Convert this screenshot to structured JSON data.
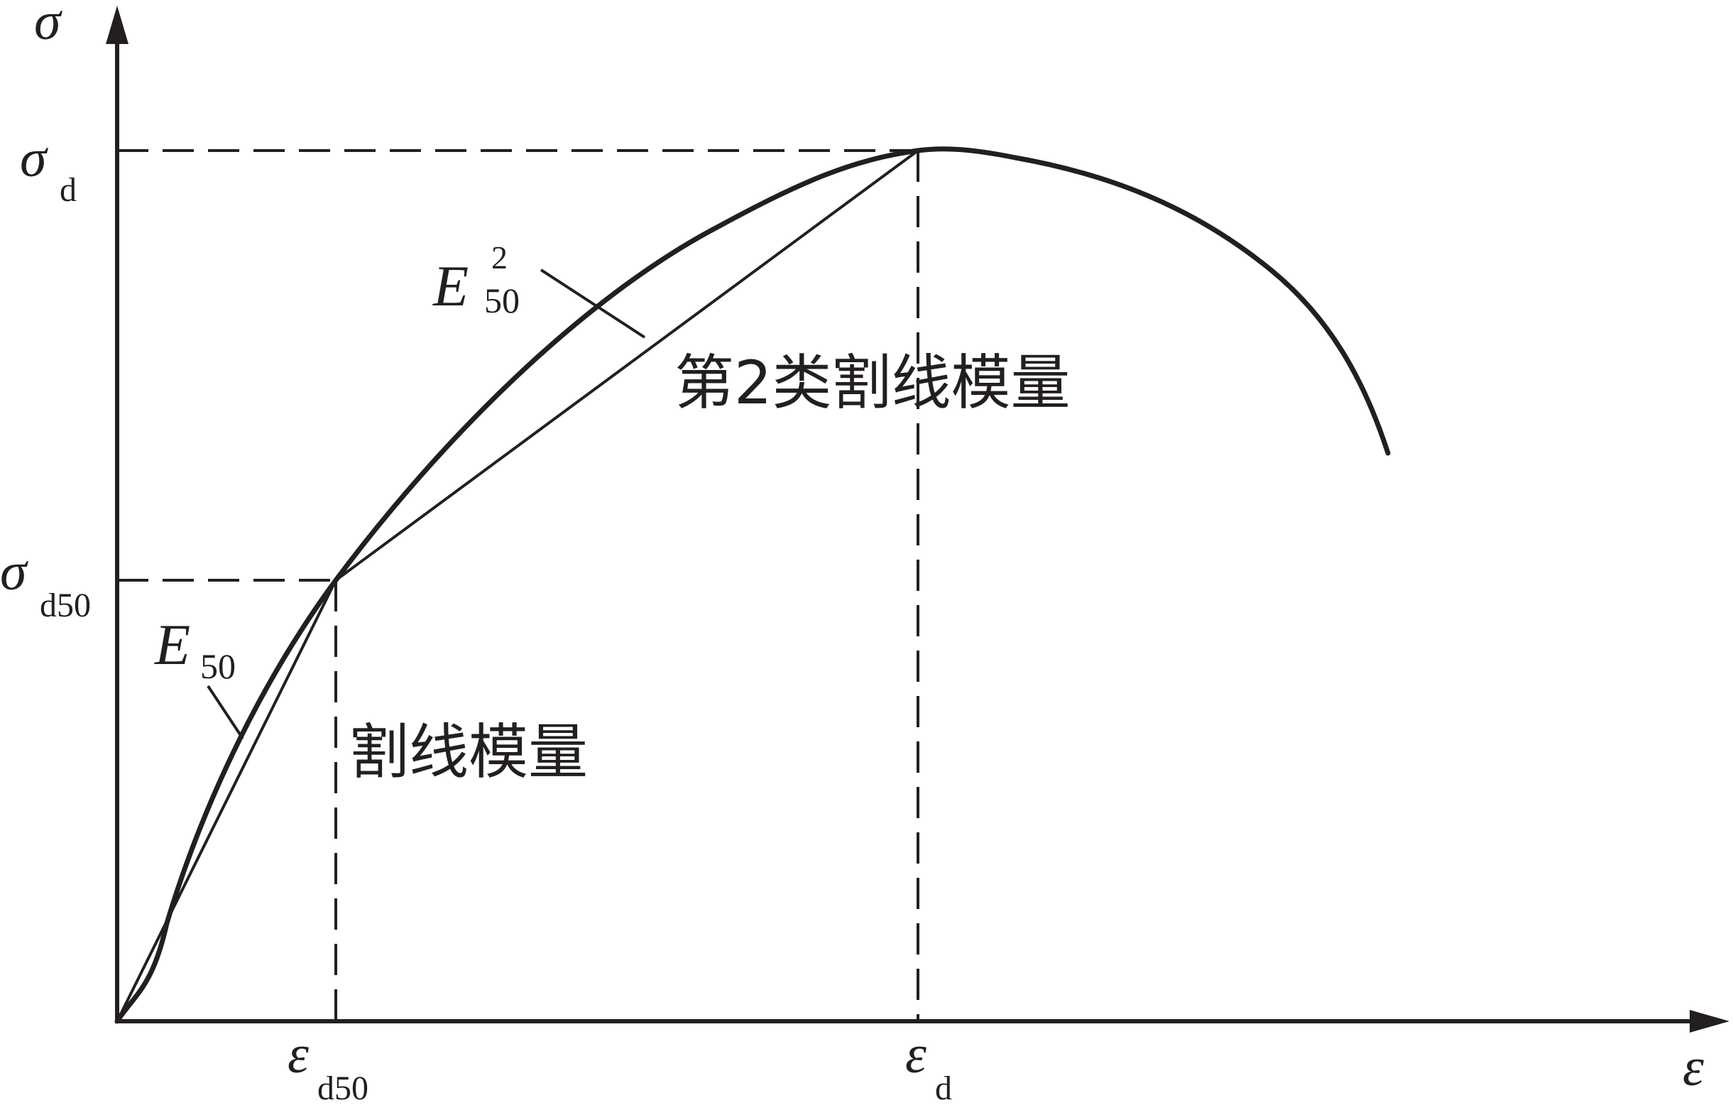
{
  "axes": {
    "y_symbol": "σ",
    "x_symbol": "ε"
  },
  "ticks": {
    "sigma_d": {
      "symbol": "σ",
      "sub": "d"
    },
    "sigma_d50": {
      "symbol": "σ",
      "sub": "d50"
    },
    "eps_d50": {
      "symbol": "ε",
      "sub": "d50"
    },
    "eps_d": {
      "symbol": "ε",
      "sub": "d"
    }
  },
  "labels": {
    "e50_2": {
      "main": "E",
      "sub": "50",
      "sup": "2"
    },
    "e50": {
      "main": "E",
      "sub": "50"
    },
    "secant_2": "第2类割线模量",
    "secant": "割线模量"
  },
  "colors": {
    "line": "#231f20",
    "background": "#ffffff"
  }
}
